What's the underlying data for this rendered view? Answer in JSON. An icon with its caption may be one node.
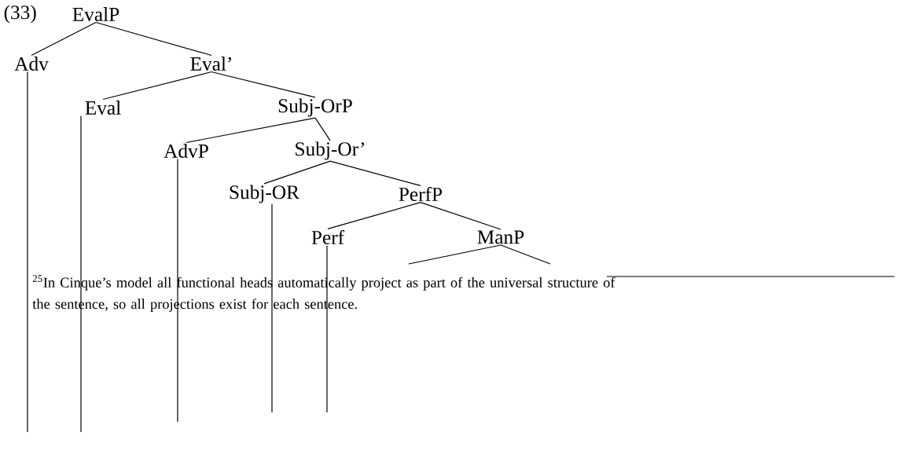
{
  "diagram": {
    "nodes": [
      {
        "text": [
          "EvalP"
        ]
      },
      {
        "text": [
          "Adv"
        ]
      },
      {
        "text": [
          "Eval’"
        ]
      },
      {
        "text": [
          "Eval"
        ]
      },
      {
        "text": [
          "Subj-OrP"
        ]
      },
      {
        "text": [
          "AdvP"
        ]
      },
      {
        "text": [
          "Subj-Or’"
        ]
      },
      {
        "text": [
          "Subj-OR"
        ]
      },
      {
        "text": [
          "PerfP"
        ]
      },
      {
        "text": [
          "Perf"
        ]
      },
      {
        "text": [
          "ManP"
        ]
      }
    ],
    "edges": [
      {
        "from": 0,
        "to": 1,
        "arrow": "none"
      },
      {
        "from": 0,
        "to": 2,
        "arrow": "none"
      },
      {
        "from": 2,
        "to": 3,
        "arrow": "none"
      },
      {
        "from": 2,
        "to": 4,
        "arrow": "none"
      },
      {
        "from": 4,
        "to": 5,
        "arrow": "none"
      },
      {
        "from": 4,
        "to": 6,
        "arrow": "none"
      },
      {
        "from": 6,
        "to": 7,
        "arrow": "none"
      },
      {
        "from": 6,
        "to": 8,
        "arrow": "none"
      },
      {
        "from": 8,
        "to": 9,
        "arrow": "none"
      },
      {
        "from": 8,
        "to": 10,
        "arrow": "none"
      },
      {
        "from": 10,
        "to": null,
        "arrow": "none"
      },
      {
        "from": 10,
        "to": null,
        "arrow": "none"
      },
      {
        "from": 1,
        "to": null,
        "arrow": "none"
      },
      {
        "from": 3,
        "to": null,
        "arrow": "none"
      },
      {
        "from": 5,
        "to": null,
        "arrow": "none"
      },
      {
        "from": 7,
        "to": null,
        "arrow": "none"
      },
      {
        "from": 9,
        "to": null,
        "arrow": "none"
      }
    ],
    "labels": [
      "(33)",
      "$^{25}$In Cinque’s model all functional heads automatically project as part of the universal structure of the sentence, so all projections exist for each sentence."
    ]
  }
}
